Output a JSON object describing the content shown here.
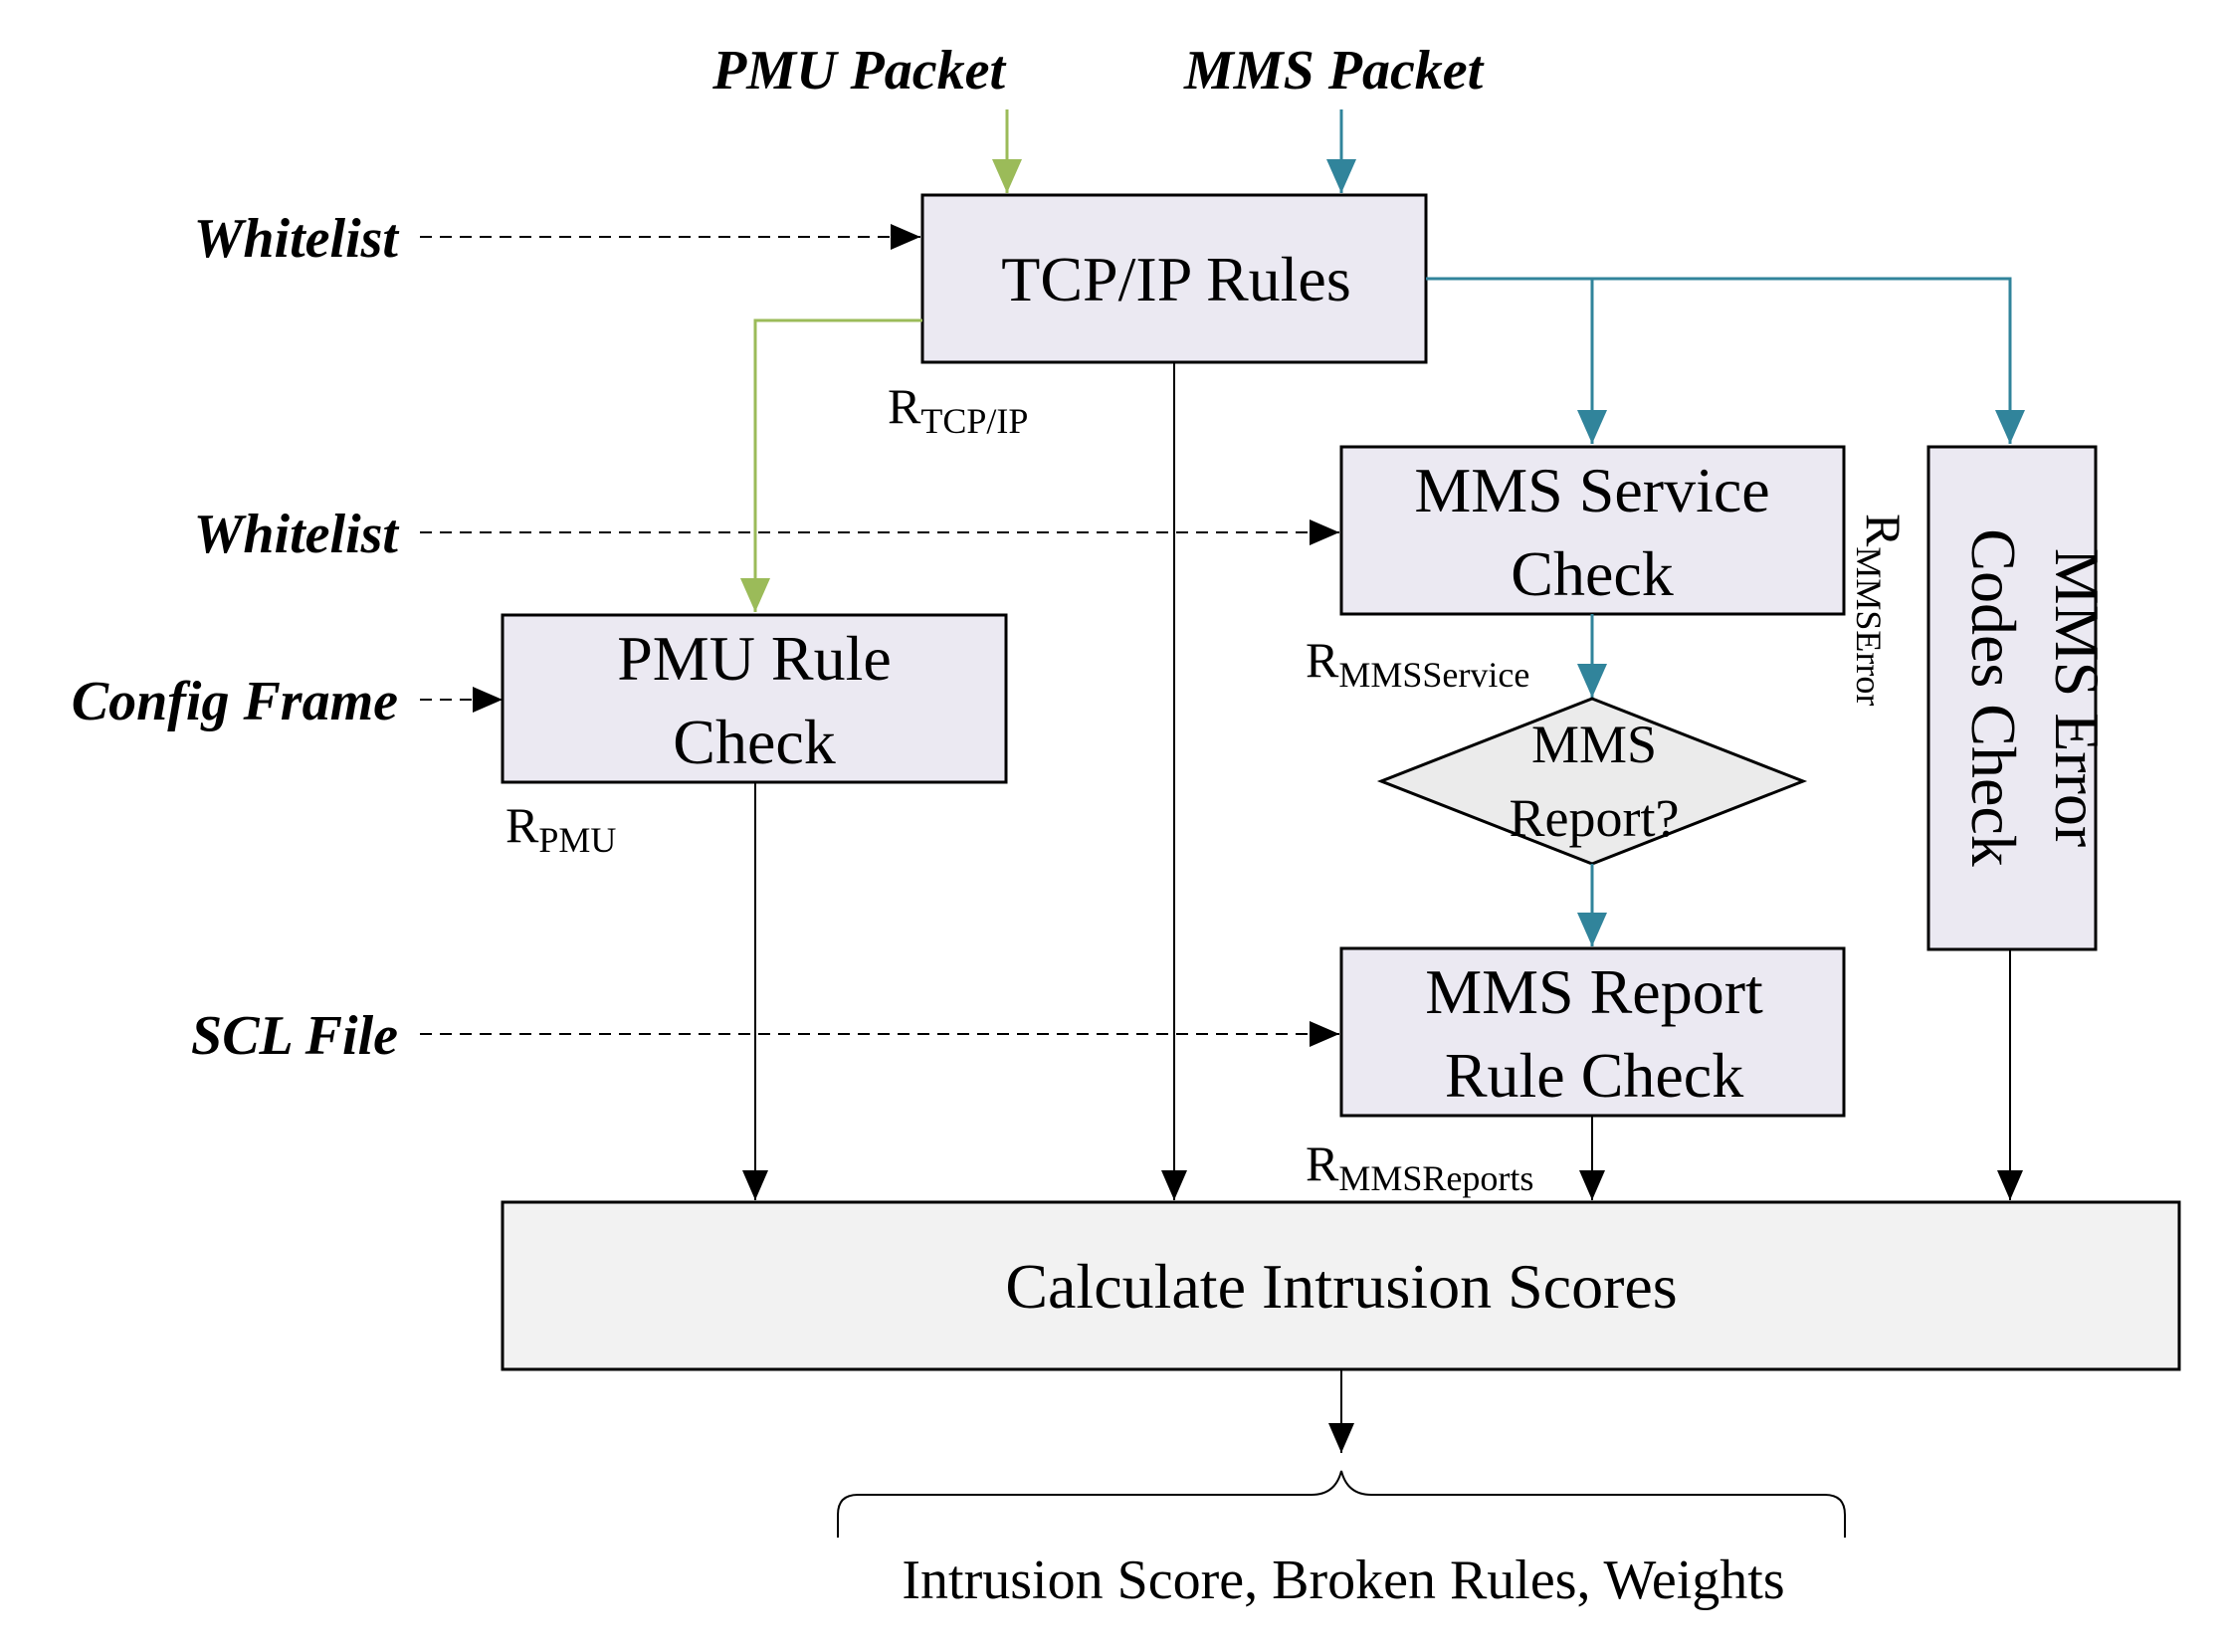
{
  "inputs": {
    "pmu_packet": "PMU Packet",
    "mms_packet": "MMS Packet",
    "whitelist_tcp": "Whitelist",
    "whitelist_mms": "Whitelist",
    "config_frame": "Config Frame",
    "scl_file": "SCL File"
  },
  "boxes": {
    "tcp_ip": "TCP/IP Rules",
    "mms_service_line1": "MMS Service",
    "mms_service_line2": "Check",
    "pmu_rule_line1": "PMU Rule",
    "pmu_rule_line2": "Check",
    "mms_error_line1": "MMS Error",
    "mms_error_line2": "Codes Check",
    "mms_report_q_line1": "MMS",
    "mms_report_q_line2": "Report?",
    "mms_report_rule_line1": "MMS Report",
    "mms_report_rule_line2": "Rule Check",
    "calculate": "Calculate Intrusion Scores"
  },
  "result_labels": {
    "r": "R",
    "tcp_ip_sub": "TCP/IP",
    "mms_service_sub": "MMSService",
    "pmu_sub": "PMU",
    "mms_error_sub": "MMSError",
    "mms_reports_sub": "MMSReports"
  },
  "output": "Intrusion Score, Broken Rules, Weights",
  "colors": {
    "pmu_flow": "#9bbb59",
    "mms_flow": "#31849b",
    "box_fill": "#ebe9f2",
    "calc_fill": "#f2f2f2",
    "diamond_fill": "#ebebeb",
    "line": "#000000"
  }
}
